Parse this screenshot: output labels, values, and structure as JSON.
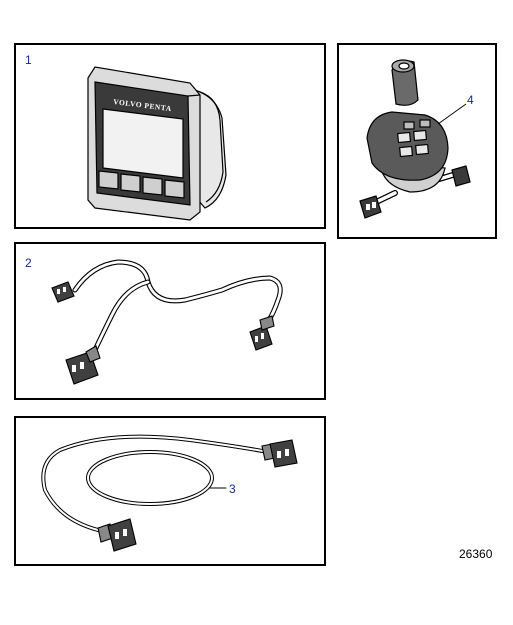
{
  "panels": [
    {
      "id": "display",
      "callout": "1",
      "brand_text": "VOLVO PENTA"
    },
    {
      "id": "joystick",
      "callout": "4"
    },
    {
      "id": "y-harness",
      "callout": "2"
    },
    {
      "id": "extension-cable",
      "callout": "3"
    }
  ],
  "figure_number": "26360"
}
